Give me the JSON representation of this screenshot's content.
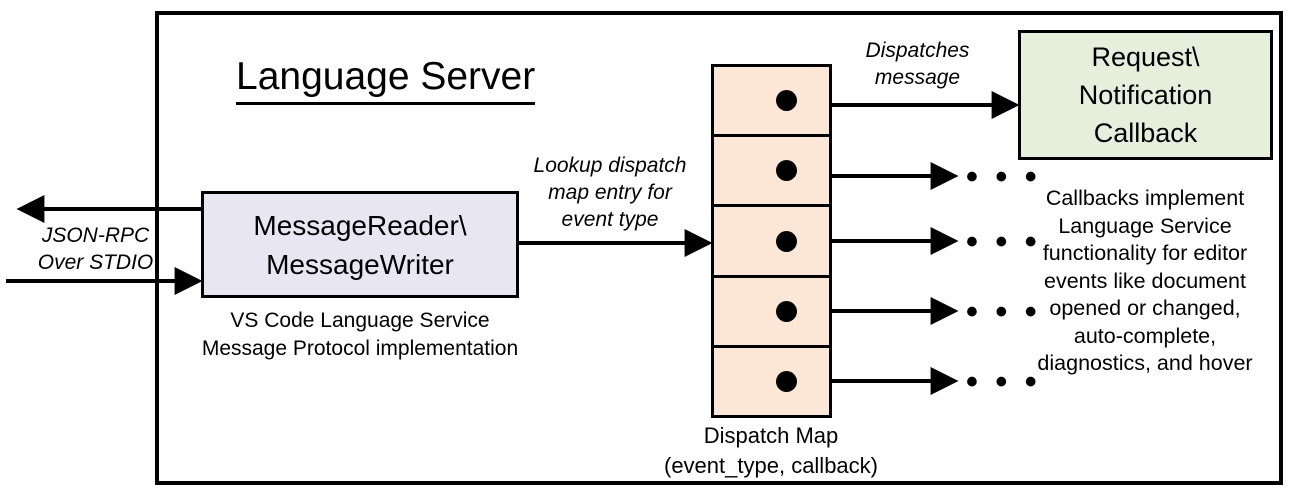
{
  "diagram": {
    "title": "Language Server",
    "frame_name": "language-server-boundary"
  },
  "nodes": {
    "message_reader": {
      "label": "MessageReader\\\nMessageWriter",
      "caption": "VS Code Language Service\nMessage Protocol implementation",
      "fill": "#E8E6F0"
    },
    "dispatch_map": {
      "caption": "Dispatch Map\n(event_type, callback)",
      "fill": "#FCE6D5",
      "row_count": 5,
      "rows": [
        {
          "dot": "callback-entry-dot"
        },
        {
          "dot": "callback-entry-dot"
        },
        {
          "dot": "callback-entry-dot"
        },
        {
          "dot": "callback-entry-dot"
        },
        {
          "dot": "callback-entry-dot"
        }
      ]
    },
    "callback": {
      "label": "Request\\\nNotification\nCallback",
      "caption": "Callbacks implement\nLanguage Service\nfunctionality for editor\nevents like document\nopened or changed,\nauto-complete,\ndiagnostics, and hover",
      "fill": "#E6EEDC"
    }
  },
  "edges": {
    "jsonrpc": "JSON-RPC\nOver STDIO",
    "lookup": "Lookup dispatch\nmap entry for\nevent type",
    "dispatches": "Dispatches\nmessage"
  },
  "ellipses": {
    "glyph": "• • •",
    "count": 4
  },
  "colors": {
    "stroke": "#000000",
    "background": "#FFFFFF",
    "reader_fill": "#E8E6F0",
    "map_fill": "#FCE6D5",
    "callback_fill": "#E6EEDC"
  }
}
